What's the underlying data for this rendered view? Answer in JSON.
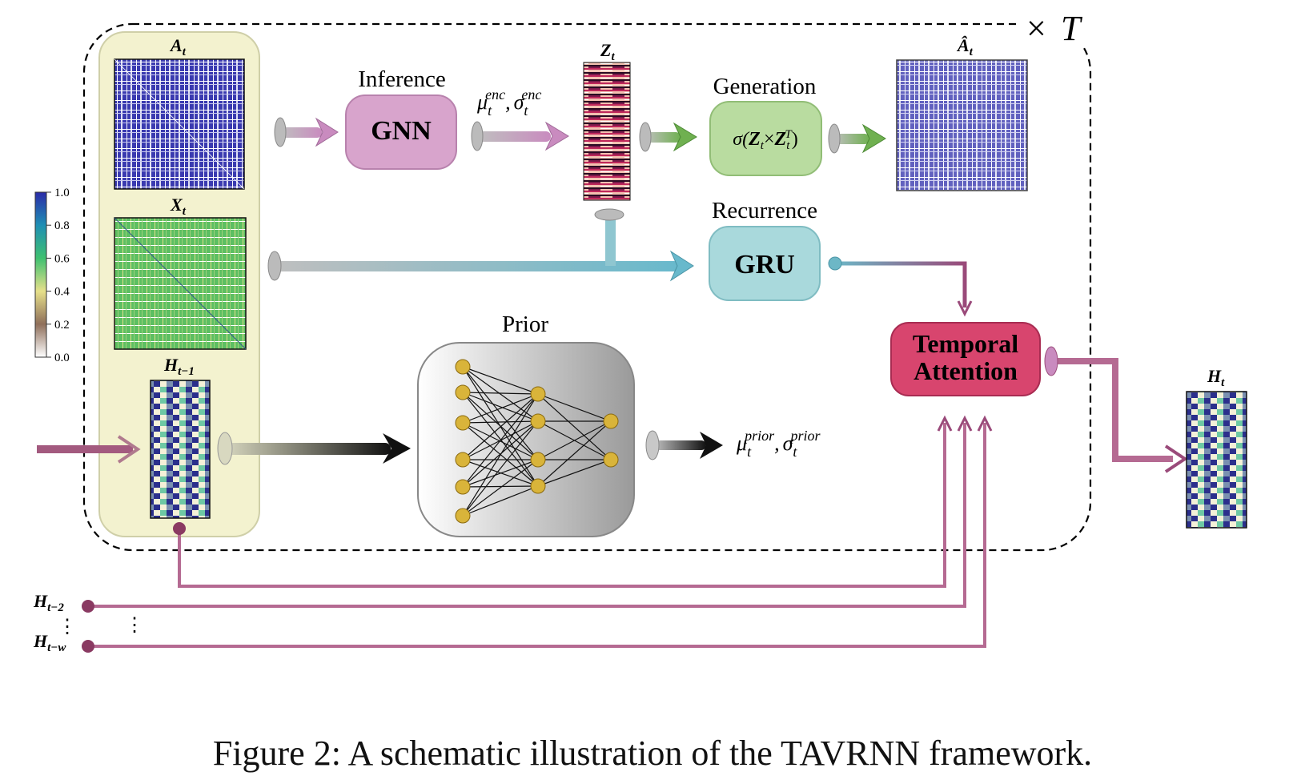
{
  "title": {
    "multiplier": "×",
    "repeat_var": "T"
  },
  "colorbar": {
    "ticks": [
      "1.0",
      "0.8",
      "0.6",
      "0.4",
      "0.2",
      "0.0"
    ],
    "colors": [
      "#2b2ba8",
      "#1f8fb4",
      "#3fc070",
      "#e6e08a",
      "#8f6f5a",
      "#ffffff"
    ]
  },
  "inputs": {
    "A": {
      "sym": "A",
      "sub": "t"
    },
    "X": {
      "sym": "X",
      "sub": "t"
    },
    "Hprev": {
      "sym": "H",
      "sub": "t−1"
    }
  },
  "blocks": {
    "inference": {
      "title": "Inference",
      "label": "GNN",
      "color": "#d8a4cc"
    },
    "generation": {
      "title": "Generation",
      "label_pre": "σ(",
      "z1": "Z",
      "z1sub": "t",
      "times": "×",
      "z2": "Z",
      "z2sub": "t",
      "z2sup": "T",
      "label_post": ")",
      "color": "#b9dca0"
    },
    "recurrence": {
      "title": "Recurrence",
      "label": "GRU",
      "color": "#a9d9dc"
    },
    "prior": {
      "title": "Prior"
    },
    "attention": {
      "line1": "Temporal",
      "line2": "Attention",
      "color": "#d8456e"
    }
  },
  "encoder_out": {
    "mu": "μ",
    "sigma": "σ",
    "sub": "t",
    "sup": "enc",
    "comma": ","
  },
  "prior_out": {
    "mu": "μ",
    "sigma": "σ",
    "sub": "t",
    "sup": "prior",
    "comma": ","
  },
  "Z": {
    "sym": "Z",
    "sub": "t"
  },
  "Ahat": {
    "sym": "Â",
    "sub": "t"
  },
  "Hout": {
    "sym": "H",
    "sub": "t"
  },
  "history": [
    {
      "sym": "H",
      "sub": "t−2"
    },
    {
      "sym": "H",
      "sub": "t−w"
    }
  ],
  "ellipsis": "⋮",
  "caption": "Figure 2: A schematic illustration of the TAVRNN framework."
}
